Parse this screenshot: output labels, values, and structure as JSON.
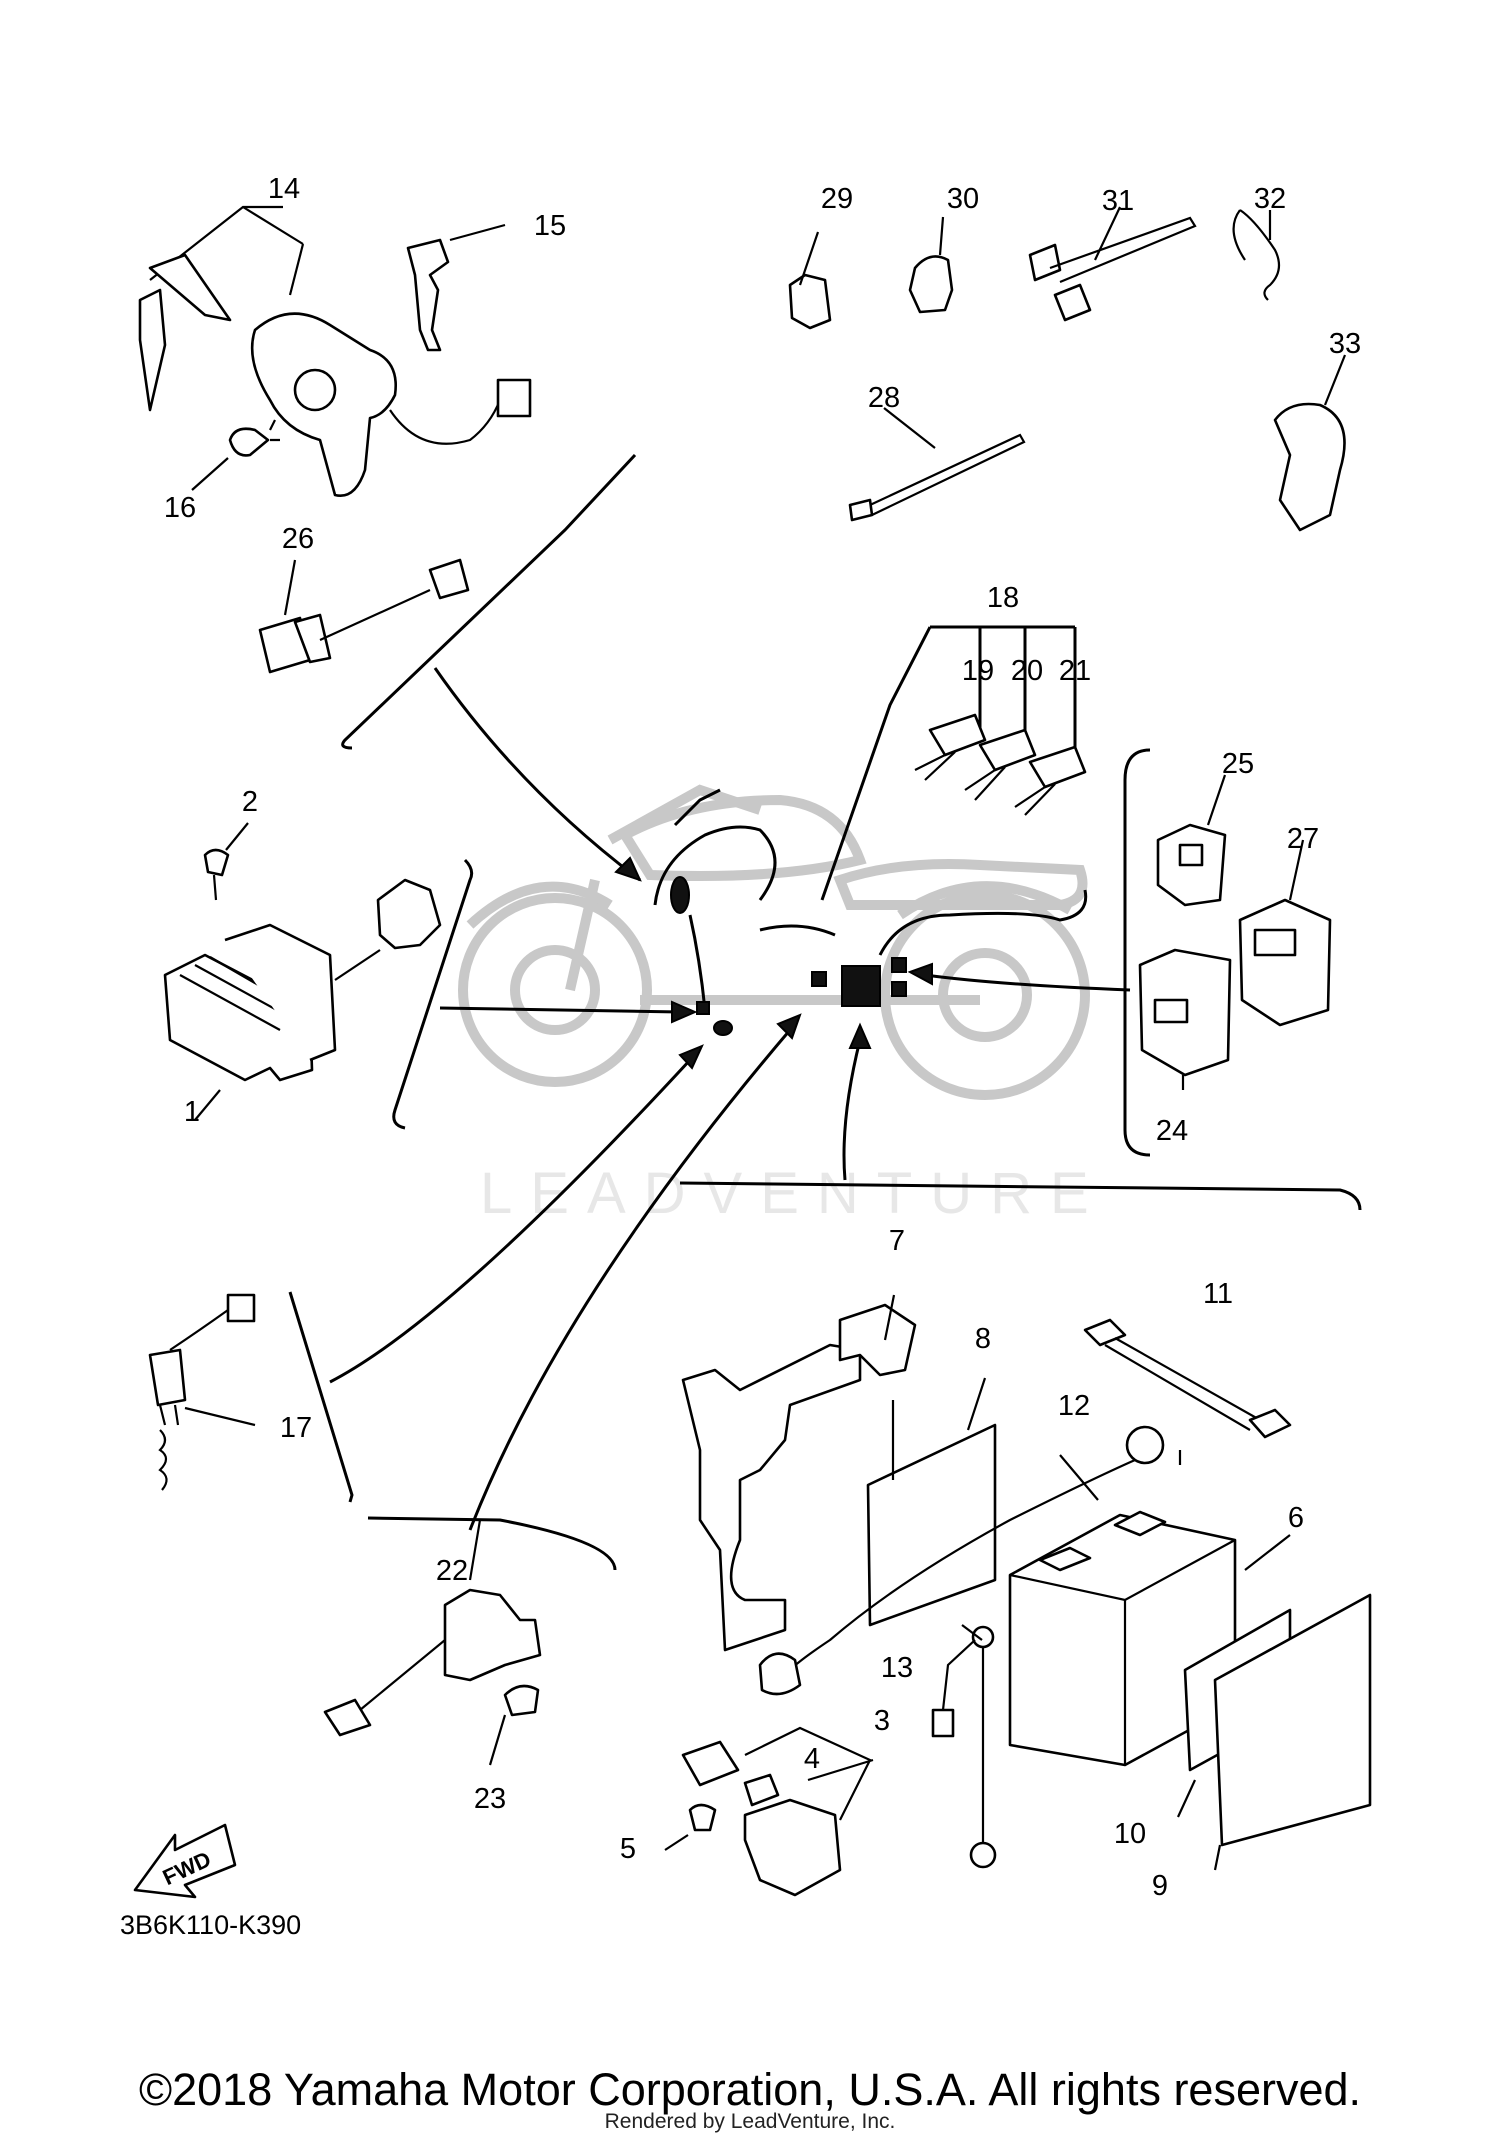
{
  "diagram": {
    "callouts": [
      "1",
      "2",
      "3",
      "4",
      "5",
      "6",
      "7",
      "8",
      "9",
      "10",
      "11",
      "12",
      "13",
      "14",
      "15",
      "16",
      "17",
      "18",
      "19",
      "20",
      "21",
      "22",
      "23",
      "24",
      "25",
      "26",
      "27",
      "28",
      "29",
      "30",
      "31",
      "32",
      "33"
    ],
    "fwd_label": "FWD",
    "diagram_code": "3B6K110-K390",
    "watermark": "LEADVENTURE",
    "copyright": "©2018 Yamaha Motor Corporation, U.S.A. All rights reserved.",
    "rendered_by": "Rendered by LeadVenture, Inc."
  }
}
